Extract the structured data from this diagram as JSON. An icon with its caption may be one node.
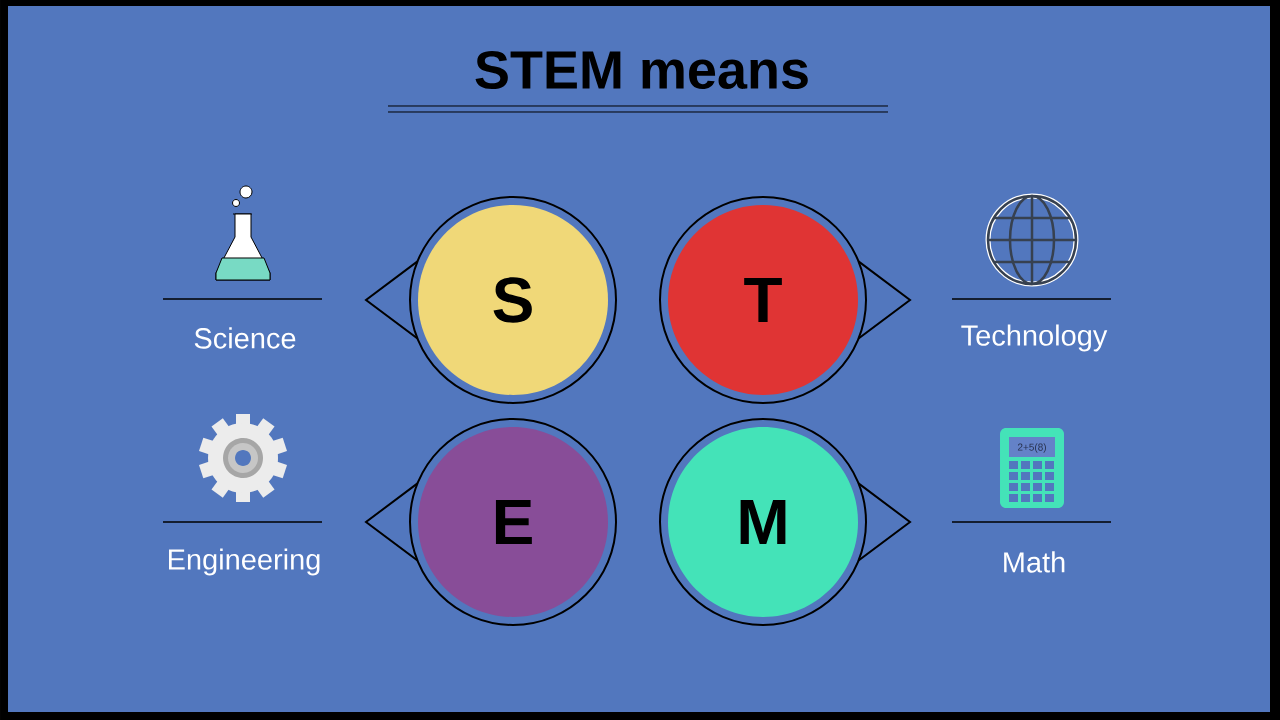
{
  "diagram": {
    "title": "STEM means",
    "nodes": [
      {
        "text": [
          "S"
        ]
      },
      {
        "text": [
          "T"
        ]
      },
      {
        "text": [
          "E"
        ]
      },
      {
        "text": [
          "M"
        ]
      }
    ],
    "labels": [
      "Science",
      "Technology",
      "Engineering",
      "2+5(8)",
      "Math"
    ]
  }
}
